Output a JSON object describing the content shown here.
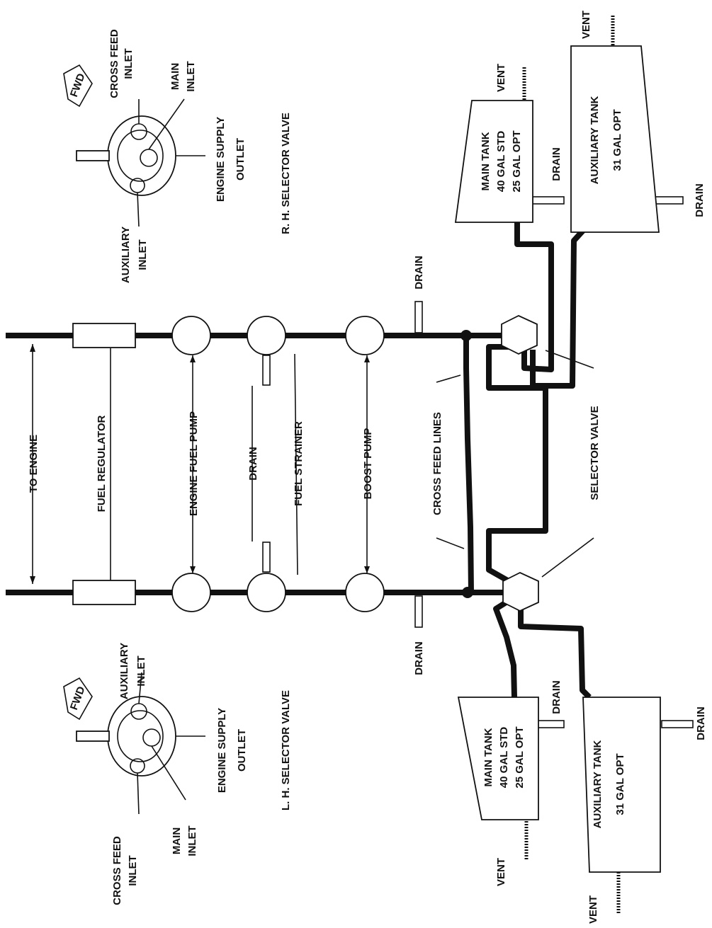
{
  "labels": {
    "to_engine": "TO ENGINE",
    "fuel_regulator": "FUEL REGULATOR",
    "engine_fuel_pump": "ENGINE FUEL PUMP",
    "drain": "DRAIN",
    "fuel_strainer": "FUEL STRAINER",
    "boost_pump": "BOOST PUMP",
    "cross_feed_lines": "CROSS FEED LINES",
    "selector_valve": "SELECTOR VALVE",
    "vent": "VENT",
    "fwd": "FWD",
    "main_tank": [
      "MAIN TANK",
      "40 GAL STD",
      "25 GAL OPT"
    ],
    "auxiliary_tank": [
      "AUXILIARY TANK",
      "31 GAL OPT"
    ],
    "rh_valve": {
      "title": "R. H. SELECTOR VALVE",
      "cross_feed_inlet": [
        "CROSS FEED",
        "INLET"
      ],
      "main_inlet": [
        "MAIN",
        "INLET"
      ],
      "engine_supply_outlet": [
        "ENGINE SUPPLY",
        "OUTLET"
      ],
      "auxiliary_inlet": [
        "AUXILIARY",
        "INLET"
      ]
    },
    "lh_valve": {
      "title": "L. H. SELECTOR VALVE",
      "auxiliary_inlet": [
        "AUXILIARY",
        "INLET"
      ],
      "engine_supply_outlet": [
        "ENGINE SUPPLY",
        "OUTLET"
      ],
      "cross_feed_inlet": [
        "CROSS FEED",
        "INLET"
      ],
      "main_inlet": [
        "MAIN",
        "INLET"
      ]
    }
  }
}
